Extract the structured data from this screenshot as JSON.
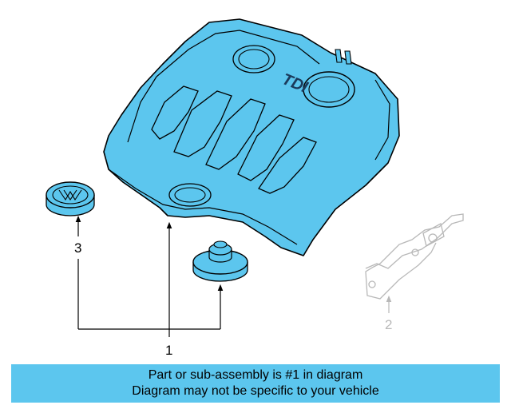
{
  "diagram": {
    "cover_badge_text": "TDI",
    "callouts": [
      {
        "number": "1",
        "part": "engine cover"
      },
      {
        "number": "2",
        "part": "bracket"
      },
      {
        "number": "3",
        "part": "emblem"
      }
    ]
  },
  "banner": {
    "line1": "Part or sub-assembly is #1 in diagram",
    "line2": "Diagram may not be specific to your vehicle"
  },
  "colors": {
    "highlight_blue": "#5cc6ee",
    "outline": "#000000",
    "faded": "#b8b8b8"
  }
}
